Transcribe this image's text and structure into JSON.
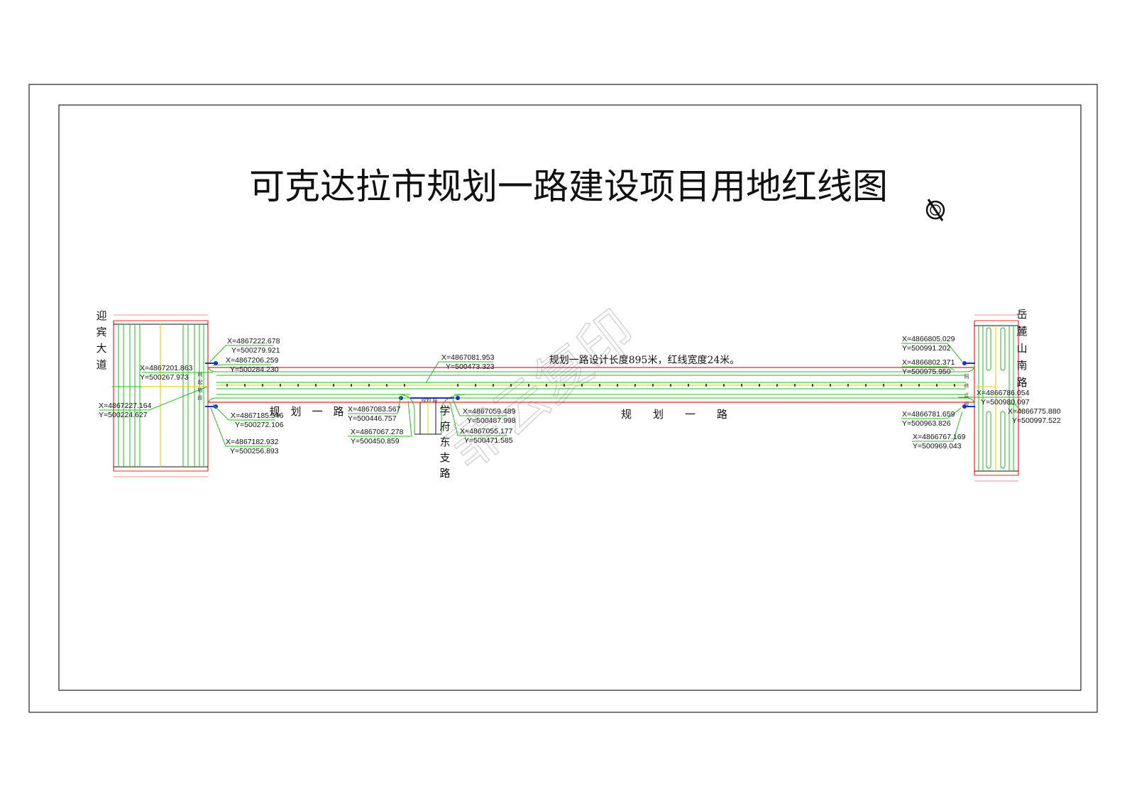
{
  "title": "可克达拉市规划一路建设项目用地红线图",
  "note": "规划一路设计长度895米，红线宽度24米。",
  "watermark": "菲云复印",
  "roads": {
    "left_cross": [
      "迎",
      "宾",
      "大",
      "道"
    ],
    "right_cross": [
      "岳",
      "麓",
      "山",
      "南",
      "路"
    ],
    "branch": [
      "学",
      "府",
      "东",
      "支",
      "路"
    ],
    "main_label_left": "规　划　一　路",
    "main_label_right": "规　　划　　一　　路"
  },
  "small_texts": {
    "left_start": [
      "同",
      "起",
      "始",
      "段"
    ],
    "right_end": [
      "同",
      "终",
      "止",
      "段"
    ],
    "branch_top": "规划 路"
  },
  "coords": [
    {
      "x": "X=4867222.678",
      "y": "Y=500279.921"
    },
    {
      "x": "X=4867206.259",
      "y": "Y=500284.230"
    },
    {
      "x": "X=4867201.863",
      "y": "Y=500267.973"
    },
    {
      "x": "X=4867227.164",
      "y": "Y=500224.627"
    },
    {
      "x": "X=4867185.546",
      "y": "Y=500272.106"
    },
    {
      "x": "X=4867182.932",
      "y": "Y=500256.893"
    },
    {
      "x": "X=4867081.953",
      "y": "Y=500473.323"
    },
    {
      "x": "X=4867083.567",
      "y": "Y=500446.757"
    },
    {
      "x": "X=4867067.278",
      "y": "Y=500450.859"
    },
    {
      "x": "X=4867059.489",
      "y": "Y=500487.998"
    },
    {
      "x": "X=4867055.177",
      "y": "Y=500471.585"
    },
    {
      "x": "X=4866805.029",
      "y": "Y=500991.202"
    },
    {
      "x": "X=4866802.371",
      "y": "Y=500975.950"
    },
    {
      "x": "X=4866786.054",
      "y": "Y=500980.097"
    },
    {
      "x": "X=4866775.880",
      "y": "Y=500997.522"
    },
    {
      "x": "X=4866781.659",
      "y": "Y=500963.826"
    },
    {
      "x": "X=4866767.169",
      "y": "Y=500969.043"
    }
  ],
  "colors": {
    "red_line": "#e8262a",
    "green_line": "#1fbf1f",
    "yellow_line": "#e6d21a",
    "blue_marker": "#1a2fd6",
    "frame": "#222222"
  },
  "north_arrow": "north-arrow-icon"
}
